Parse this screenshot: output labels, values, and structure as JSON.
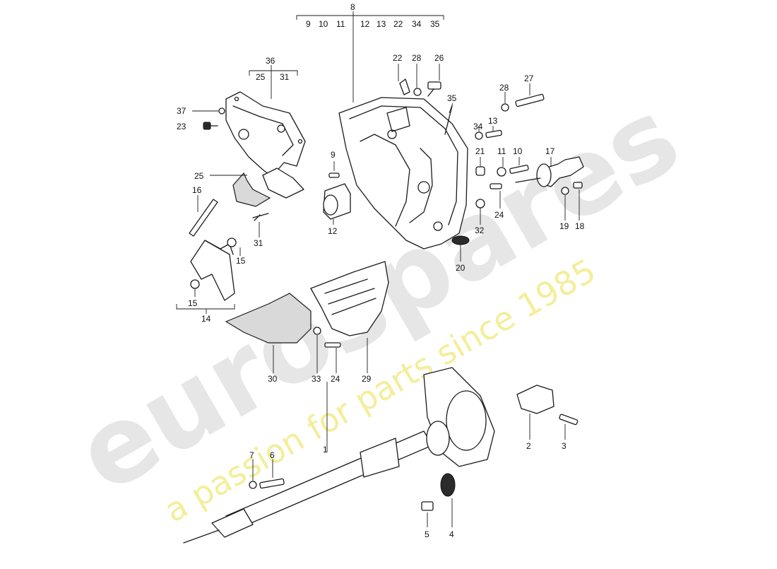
{
  "watermark": {
    "brand": "eurospares",
    "tagline": "a passion for parts since 1985",
    "colors": {
      "brand": "#e6e6e6",
      "tagline": "#f3ee9a"
    }
  },
  "header_group": {
    "main": "8",
    "members": [
      "9",
      "10",
      "11",
      "12",
      "13",
      "22",
      "34",
      "35"
    ]
  },
  "bracket_groups": {
    "g36": {
      "main": "36",
      "members": [
        "25",
        "31"
      ]
    },
    "g14": {
      "main": "14"
    }
  },
  "callouts": {
    "c1": "1",
    "c2": "2",
    "c3": "3",
    "c4": "4",
    "c5": "5",
    "c6": "6",
    "c7": "7",
    "c9": "9",
    "c10": "10",
    "c11": "11",
    "c12": "12",
    "c13": "13",
    "c15a": "15",
    "c15b": "15",
    "c16": "16",
    "c17": "17",
    "c18": "18",
    "c19": "19",
    "c20": "20",
    "c21": "21",
    "c22": "22",
    "c23": "23",
    "c24a": "24",
    "c24b": "24",
    "c25": "25",
    "c26": "26",
    "c27": "27",
    "c28a": "28",
    "c28b": "28",
    "c29": "29",
    "c30": "30",
    "c31": "31",
    "c32": "32",
    "c33": "33",
    "c34": "34",
    "c35": "35",
    "c37": "37"
  }
}
